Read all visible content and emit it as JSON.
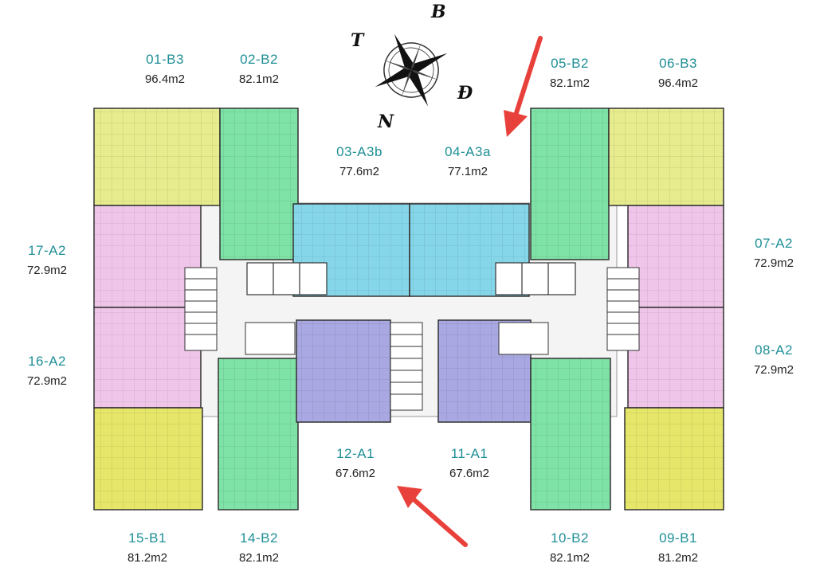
{
  "compass": {
    "north": "B",
    "east": "Đ",
    "south": "N",
    "west": "T"
  },
  "units": [
    {
      "code": "01-B3",
      "area": "96.4m2",
      "color": "#e7ec8e"
    },
    {
      "code": "02-B2",
      "area": "82.1m2",
      "color": "#7fe2a6"
    },
    {
      "code": "03-A3b",
      "area": "77.6m2",
      "color": "#86d6ea"
    },
    {
      "code": "04-A3a",
      "area": "77.1m2",
      "color": "#86d6ea"
    },
    {
      "code": "05-B2",
      "area": "82.1m2",
      "color": "#7fe2a6"
    },
    {
      "code": "06-B3",
      "area": "96.4m2",
      "color": "#e7ec8e"
    },
    {
      "code": "07-A2",
      "area": "72.9m2",
      "color": "#efc6ea"
    },
    {
      "code": "08-A2",
      "area": "72.9m2",
      "color": "#efc6ea"
    },
    {
      "code": "09-B1",
      "area": "81.2m2",
      "color": "#e6e66a"
    },
    {
      "code": "10-B2",
      "area": "82.1m2",
      "color": "#7fe2a6"
    },
    {
      "code": "11-A1",
      "area": "67.6m2",
      "color": "#a9a8e2"
    },
    {
      "code": "12-A1",
      "area": "67.6m2",
      "color": "#a9a8e2"
    },
    {
      "code": "14-B2",
      "area": "82.1m2",
      "color": "#7fe2a6"
    },
    {
      "code": "15-B1",
      "area": "81.2m2",
      "color": "#e6e66a"
    },
    {
      "code": "16-A2",
      "area": "72.9m2",
      "color": "#efc6ea"
    },
    {
      "code": "17-A2",
      "area": "72.9m2",
      "color": "#efc6ea"
    }
  ],
  "arrow_color": "#e8403a"
}
